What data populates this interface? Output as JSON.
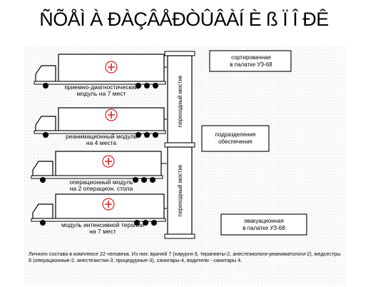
{
  "title": "ÑÕÅÌ À ÐÀÇÂÅÐÒÛÂÀÍ È ß Ï Î ÐÊ",
  "modules": [
    {
      "line1": "приемно-диагностический",
      "line2": "модуль    на 7 мест"
    },
    {
      "line1": "реанимационный модуль",
      "line2": "на  4 места"
    },
    {
      "line1": "операционный модуль",
      "line2": "на  2 операцион. стола"
    },
    {
      "line1": "модуль  интенсивной терапии",
      "line2": "на  7 мест"
    }
  ],
  "bridges": [
    "переходный  мостик",
    "переходный  мостик"
  ],
  "side_boxes": [
    {
      "line1": "сортировачная",
      "line2": "в палатке УЗ-68"
    },
    {
      "line1": "подразделения",
      "line2": "обеспечения"
    },
    {
      "line1": "эвакуационная",
      "line2": "в палатке УЗ-68"
    }
  ],
  "footnote": "Личного состава в комплексе 22 человека. Из них: врачей 7 (хирурги-3, терапевты-2, анестезиологи-реаниматологи-2), медсестры 8 (операционные-2, анестезистки-3, процедурные-3), санитары-4, водители - санитары 4.",
  "colors": {
    "red_cross": "#e02020",
    "pattern": "#d9d9d9"
  }
}
